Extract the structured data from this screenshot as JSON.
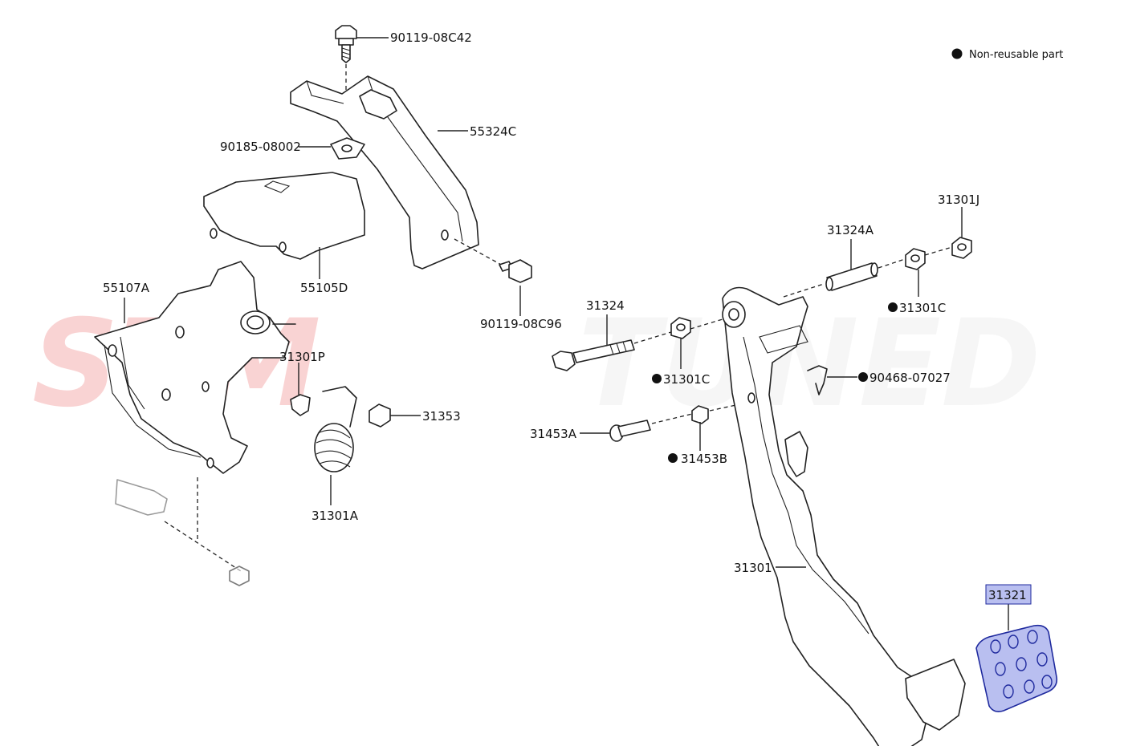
{
  "watermark": {
    "left_text": "STM",
    "right_text": "TUNED",
    "left_color": "#e83a3a",
    "right_color": "#d9d9d9"
  },
  "legend": {
    "icon": "filled-circle",
    "text": "Non-reusable part"
  },
  "labels": {
    "p90119_08C42": "90119-08C42",
    "p55324C": "55324C",
    "p90185_08002": "90185-08002",
    "p55105D": "55105D",
    "p55107A": "55107A",
    "p90119_08C96": "90119-08C96",
    "p31301P": "31301P",
    "p31353": "31353",
    "p31301A": "31301A",
    "p31324": "31324",
    "p31301C_a": "31301C",
    "p31324A": "31324A",
    "p31301J": "31301J",
    "p31301C_b": "31301C",
    "p90468_07027": "90468-07027",
    "p31453A": "31453A",
    "p31453B": "31453B",
    "p31301": "31301",
    "p31321": "31321"
  },
  "highlight": {
    "part": "31321",
    "fill": "#b9bff0",
    "stroke": "#1f2a9e"
  }
}
